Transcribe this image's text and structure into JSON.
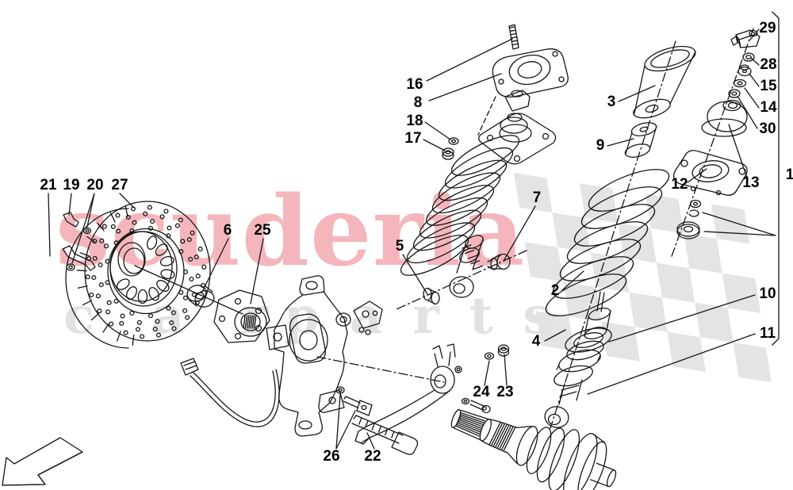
{
  "watermark": {
    "brand": "scuderia",
    "tagline_word1": "car",
    "tagline_word2": "parts",
    "brand_color": "#f4b6bc",
    "tagline_color": "#e2e2e2",
    "flag_color": "#e4e4e4"
  },
  "callouts": {
    "c1": "1",
    "c2": "2",
    "c3": "3",
    "c4": "4",
    "c5": "5",
    "c6": "6",
    "c7": "7",
    "c8": "8",
    "c9": "9",
    "c10": "10",
    "c11": "11",
    "c12": "12",
    "c13": "13",
    "c14": "14",
    "c15": "15",
    "c16": "16",
    "c17": "17",
    "c18": "18",
    "c19": "19",
    "c20": "20",
    "c21": "21",
    "c22": "22",
    "c23": "23",
    "c24": "24",
    "c25": "25",
    "c26": "26",
    "c27": "27",
    "c28": "28",
    "c29": "29",
    "c30": "30"
  }
}
